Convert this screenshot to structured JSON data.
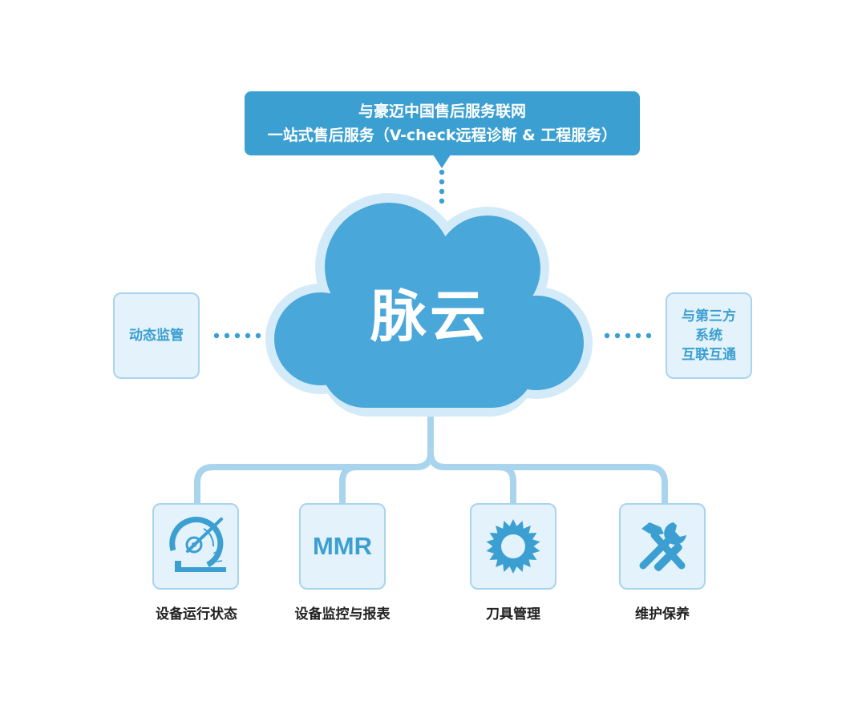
{
  "callout": {
    "line1": "与豪迈中国售后服务联网",
    "line2": "一站式售后服务（V-check远程诊断 & 工程服务）"
  },
  "center": {
    "title": "脉云"
  },
  "left_box": {
    "label": "动态监管"
  },
  "right_box": {
    "lines": [
      "与第三方",
      "系统",
      "互联互通"
    ]
  },
  "modules": [
    {
      "label": "设备运行状态",
      "icon": "saw-machine-icon"
    },
    {
      "label": "设备监控与报表",
      "icon": "mmr-icon",
      "icon_text": "MMR"
    },
    {
      "label": "刀具管理",
      "icon": "saw-blade-icon"
    },
    {
      "label": "维护保养",
      "icon": "wrench-hammer-icon"
    }
  ],
  "colors": {
    "primary": "#3b9fd1",
    "cloud_outline": "#d3ebf8",
    "box_fill": "#e3f2fb",
    "box_border": "#a9d4ee",
    "connector": "#a9d4ee"
  }
}
